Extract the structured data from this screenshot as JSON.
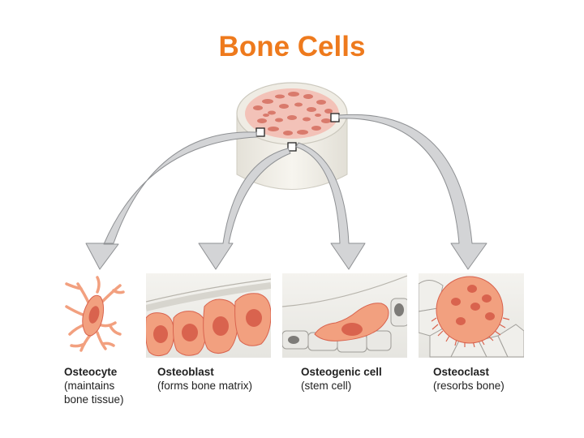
{
  "title": "Bone Cells",
  "colors": {
    "title": "#ee7a1d",
    "cell_fill": "#f2a07f",
    "nucleus": "#d9634e",
    "arrow_fill": "#d3d4d6",
    "arrow_stroke": "#8e9093"
  },
  "cells": [
    {
      "name": "Osteocyte",
      "description": "(maintains\nbone tissue)"
    },
    {
      "name": "Osteoblast",
      "description": "(forms bone matrix)"
    },
    {
      "name": "Osteogenic cell",
      "description": "(stem cell)"
    },
    {
      "name": "Osteoclast",
      "description": "(resorbs bone)"
    }
  ]
}
